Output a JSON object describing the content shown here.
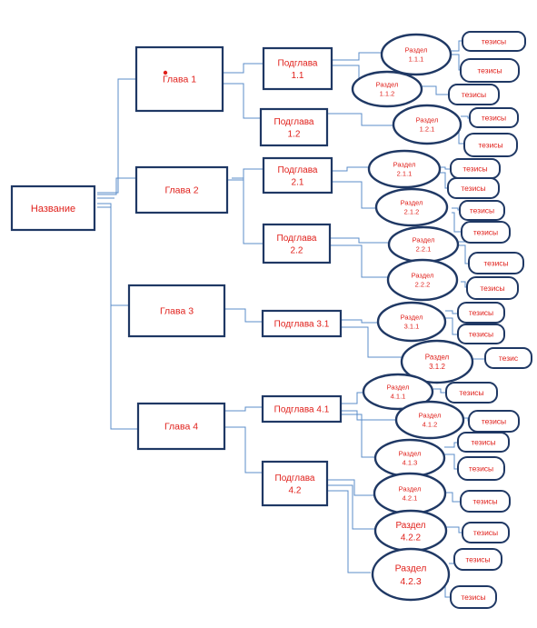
{
  "root": "Название",
  "chapters": [
    "Глава 1",
    "Глава 2",
    "Глава 3",
    "Глава 4"
  ],
  "subchapters": {
    "s11": [
      "Подглава",
      "1.1"
    ],
    "s12": [
      "Подглава",
      "1.2"
    ],
    "s21": [
      "Подглава",
      "2.1"
    ],
    "s22": [
      "Подглава",
      "2.2"
    ],
    "s31": [
      "Подглава 3.1"
    ],
    "s41": [
      "Подглава 4.1"
    ],
    "s42": [
      "Подглава",
      "4.2"
    ]
  },
  "sections": {
    "r111": [
      "Раздел",
      "1.1.1"
    ],
    "r112": [
      "Раздел",
      "1.1.2"
    ],
    "r121": [
      "Раздел",
      "1.2.1"
    ],
    "r211": [
      "Раздел",
      "2.1.1"
    ],
    "r212": [
      "Раздел",
      "2.1.2"
    ],
    "r221": [
      "Раздел",
      "2.2.1"
    ],
    "r222": [
      "Раздел",
      "2.2.2"
    ],
    "r311": [
      "Раздел",
      "3.1.1"
    ],
    "r312": [
      "Раздел",
      "3.1.2"
    ],
    "r411": [
      "Раздел",
      "4.1.1"
    ],
    "r412": [
      "Раздел",
      "4.1.2"
    ],
    "r413": [
      "Раздел",
      "4.1.3"
    ],
    "r421": [
      "Раздел",
      "4.2.1"
    ],
    "r422": [
      "Раздел",
      "4.2.2"
    ],
    "r423": [
      "Раздел",
      "4.2.3"
    ]
  },
  "theses_label": "тезисы",
  "thesis_single_label": "тезис",
  "colors": {
    "text": "#e0201b",
    "outline": "#1f3864",
    "connector": "#5b8cc8"
  }
}
